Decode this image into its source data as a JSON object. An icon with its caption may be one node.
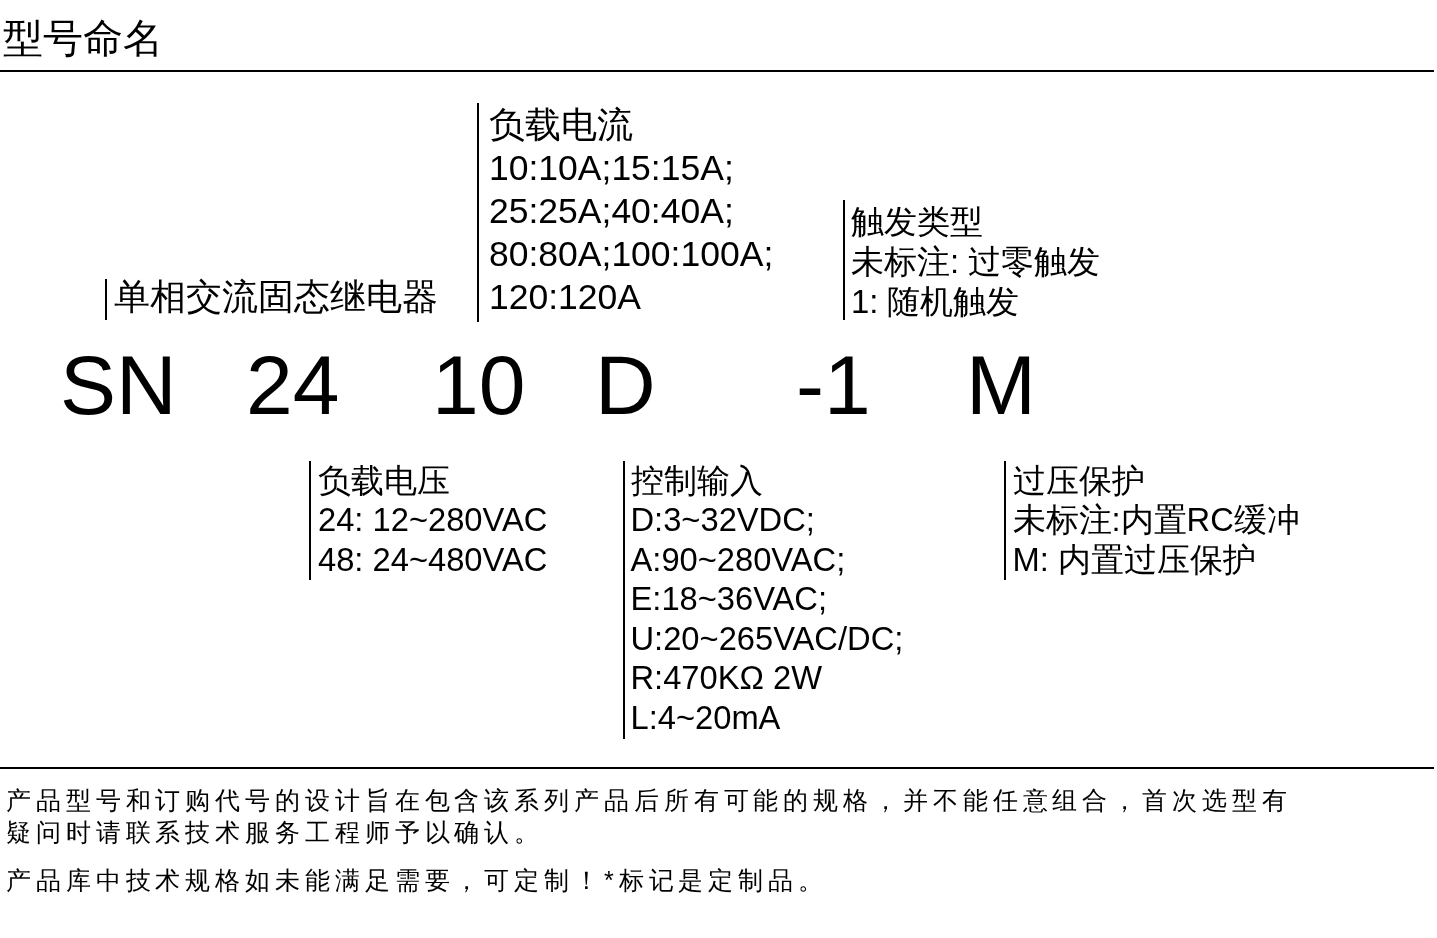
{
  "diagram": {
    "title": "型号命名",
    "labels": [
      "单相交流固态继电器",
      "负载电流",
      "10:10A;15:15A;",
      "25:25A;40:40A;",
      "80:80A;100:100A;",
      "120:120A",
      "触发类型",
      "未标注: 过零触发",
      "1: 随机触发",
      "SN",
      "24",
      "10",
      "D",
      "-1",
      "M",
      "负载电压",
      "24: 12~280VAC",
      "48: 24~480VAC",
      "控制输入",
      "D:3~32VDC;",
      "A:90~280VAC;",
      "E:18~36VAC;",
      "U:20~265VAC/DC;",
      "R:470KΩ 2W",
      "L:4~20mA",
      "过压保护",
      "未标注:内置RC缓冲",
      "M: 内置过压保护",
      "产品型号和订购代号的设计旨在包含该系列产品后所有可能的规格，并不能任意组合，首次选型有疑问时请联系技术服务工程师予以确认。",
      "产品库中技术规格如未能满足需要，可定制！*标记是定制品。"
    ]
  }
}
